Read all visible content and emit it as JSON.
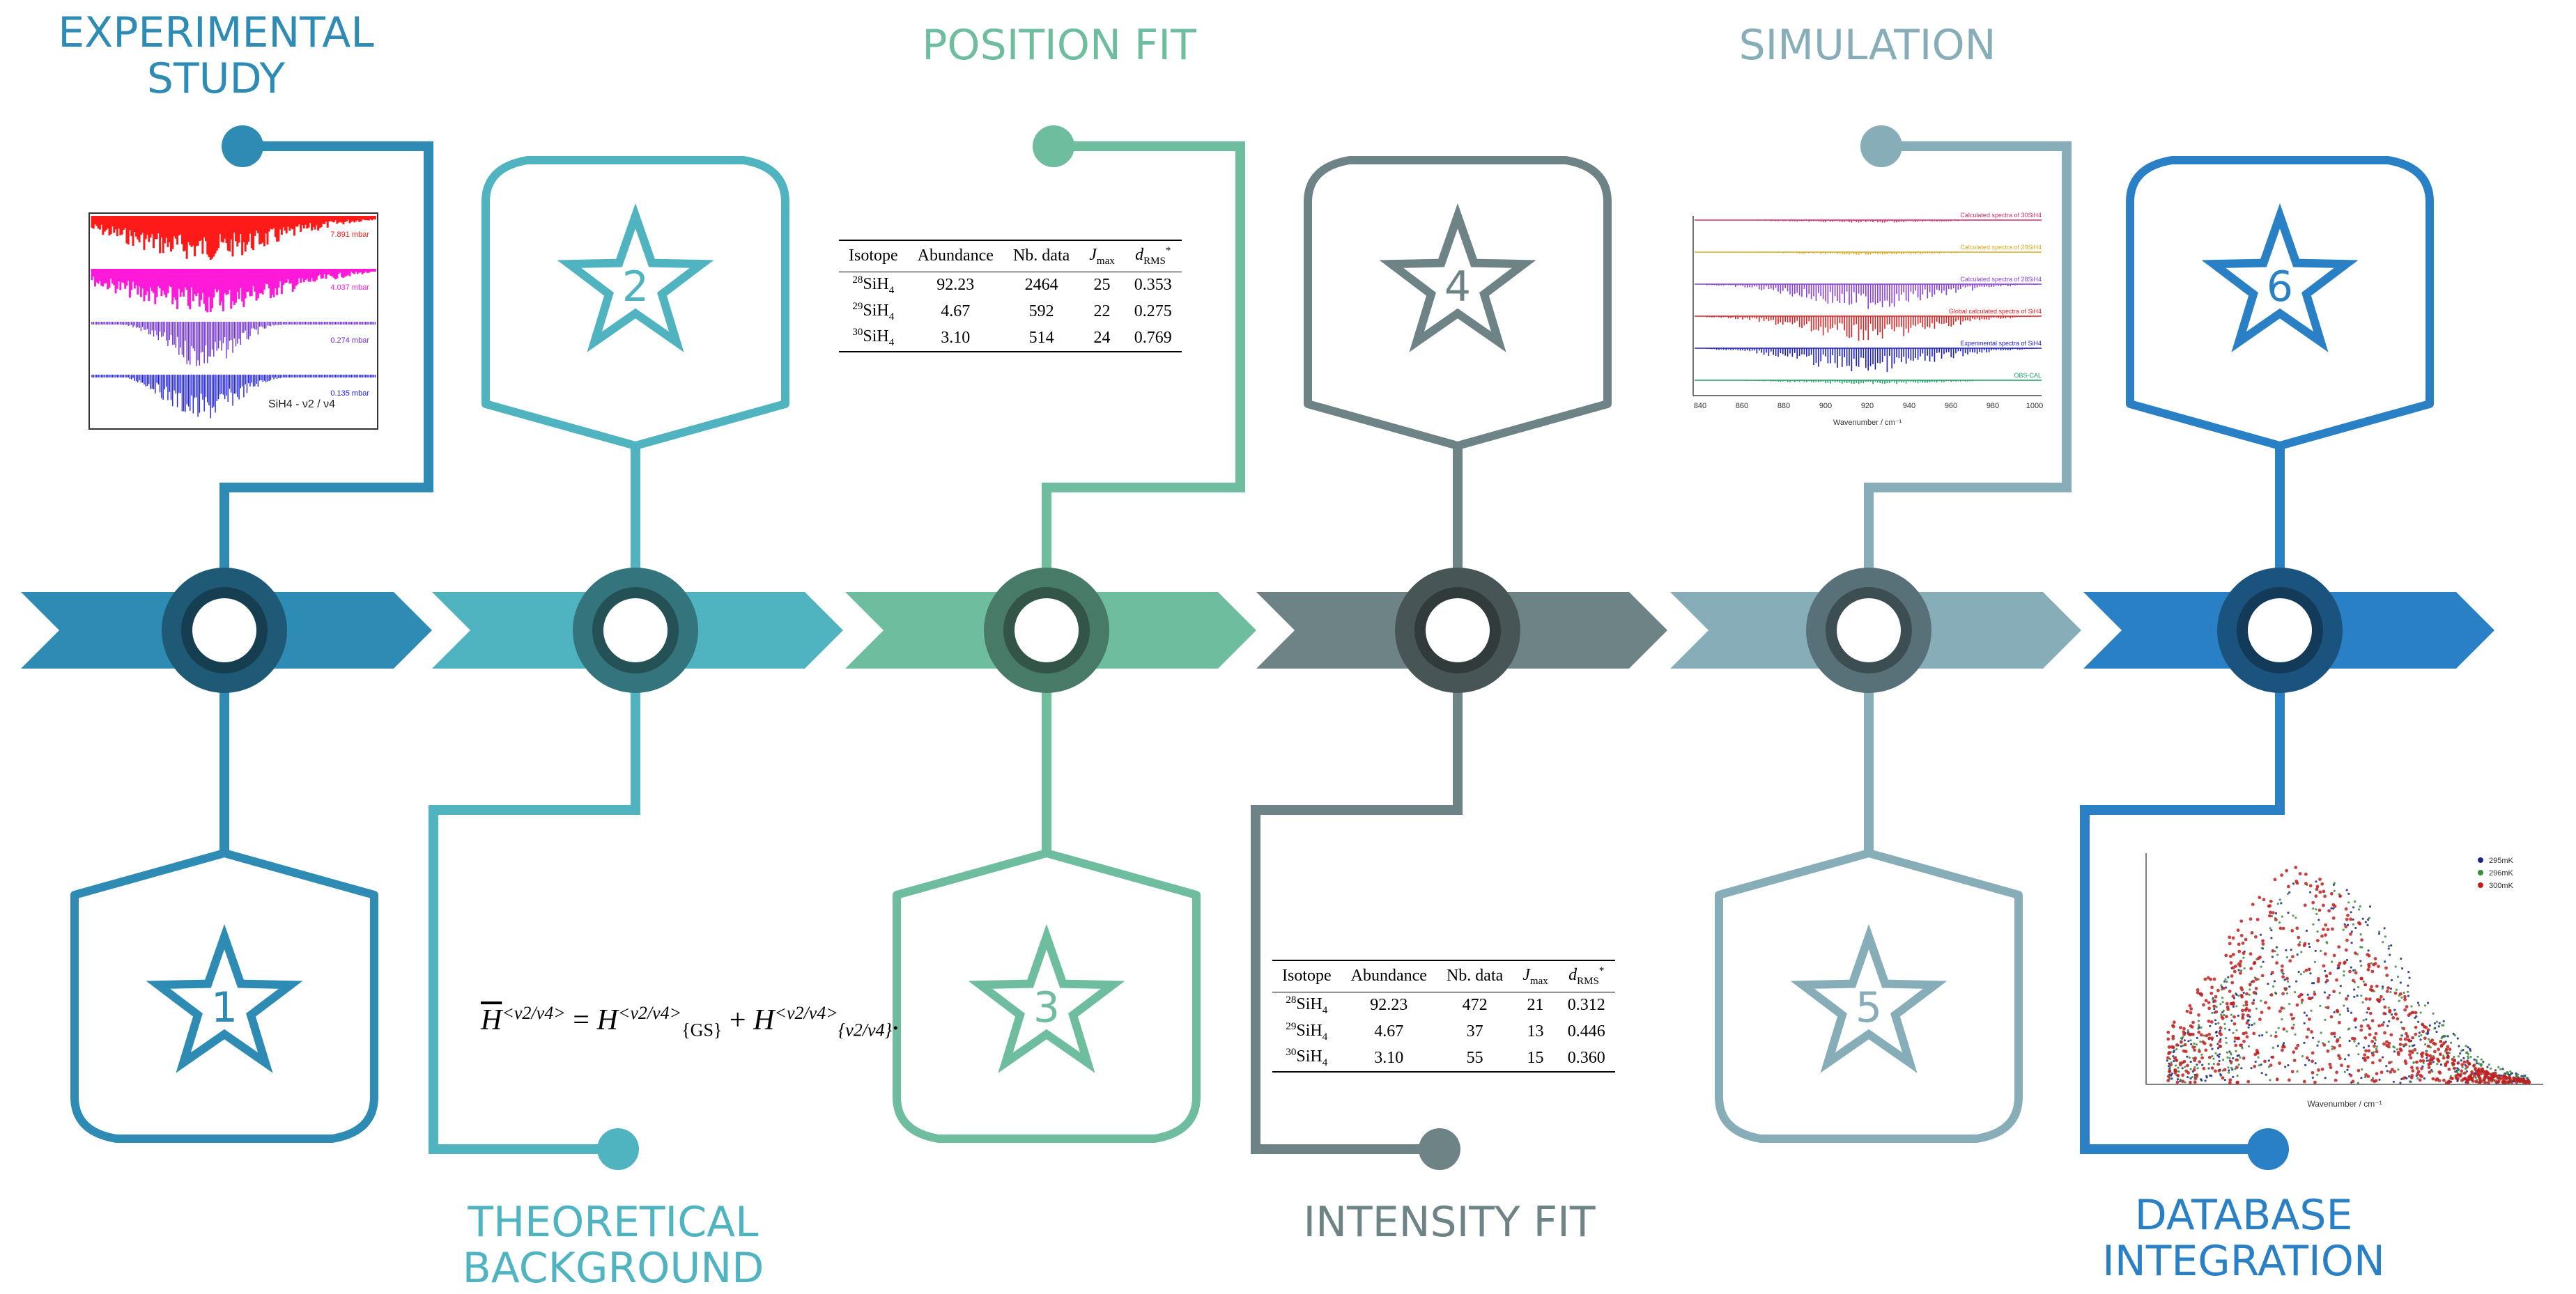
{
  "colors": {
    "step1": "#2e8bb4",
    "step2": "#4fb3c0",
    "step3": "#6fbd9f",
    "step4": "#6e8385",
    "step5": "#87aeb8",
    "step6": "#2a80c4"
  },
  "steps": [
    {
      "number": "1",
      "title_lines": [
        "EXPERIMENTAL",
        "STUDY"
      ]
    },
    {
      "number": "2",
      "title_lines": [
        "THEORETICAL",
        "BACKGROUND"
      ]
    },
    {
      "number": "3",
      "title_lines": [
        "POSITION FIT"
      ]
    },
    {
      "number": "4",
      "title_lines": [
        "INTENSITY FIT"
      ]
    },
    {
      "number": "5",
      "title_lines": [
        "SIMULATION"
      ]
    },
    {
      "number": "6",
      "title_lines": [
        "DATABASE",
        "INTEGRATION"
      ]
    }
  ],
  "position_table": {
    "headers": [
      "Isotope",
      "Abundance",
      "Nb. data",
      "J",
      "max",
      "d",
      "RMS",
      "*"
    ],
    "rows": [
      {
        "mass": "28",
        "species": "SiH",
        "sub": "4",
        "abundance": "92.23",
        "nb": "2464",
        "jmax": "25",
        "drms": "0.353"
      },
      {
        "mass": "29",
        "species": "SiH",
        "sub": "4",
        "abundance": "4.67",
        "nb": "592",
        "jmax": "22",
        "drms": "0.275"
      },
      {
        "mass": "30",
        "species": "SiH",
        "sub": "4",
        "abundance": "3.10",
        "nb": "514",
        "jmax": "24",
        "drms": "0.769"
      }
    ]
  },
  "intensity_table": {
    "headers": [
      "Isotope",
      "Abundance",
      "Nb. data",
      "J",
      "max",
      "d",
      "RMS",
      "*"
    ],
    "rows": [
      {
        "mass": "28",
        "species": "SiH",
        "sub": "4",
        "abundance": "92.23",
        "nb": "472",
        "jmax": "21",
        "drms": "0.312"
      },
      {
        "mass": "29",
        "species": "SiH",
        "sub": "4",
        "abundance": "4.67",
        "nb": "37",
        "jmax": "13",
        "drms": "0.446"
      },
      {
        "mass": "30",
        "species": "SiH",
        "sub": "4",
        "abundance": "3.10",
        "nb": "55",
        "jmax": "15",
        "drms": "0.360"
      }
    ]
  },
  "equation": {
    "lhs": "H",
    "lhs_sup": "<ν2/ν4>",
    "equals": "=",
    "t1": "H",
    "t1_sup": "<ν2/ν4>",
    "t1_sub": "{GS}",
    "plus": "+",
    "t2": "H",
    "t2_sup": "<ν2/ν4>",
    "t2_sub": "{ν2/ν4}",
    "end": "."
  },
  "exp_inset": {
    "labels": [
      "7.891 mbar",
      "4.037 mbar",
      "0.274 mbar",
      "0.135 mbar"
    ],
    "annotation": "SiH4 - ν2 / ν4",
    "colors": [
      "#ff1a1a",
      "#ff19d9",
      "#6b2be0",
      "#1a1aff"
    ]
  },
  "sim_inset": {
    "labels": [
      "Calculated spectra of 30SiH4",
      "Calculated spectra of 29SiH4",
      "Calculated spectra of 28SiH4",
      "Global calculated spectra of SiH4",
      "Experimental spectra of SiH4",
      "OBS-CAL"
    ],
    "colors": [
      "#d42a6a",
      "#e0a81e",
      "#8a3de0",
      "#e02020",
      "#1a1ad0",
      "#1aa060"
    ],
    "xlabel": "Wavenumber / cm⁻¹",
    "xticks": [
      "840",
      "860",
      "880",
      "900",
      "920",
      "940",
      "960",
      "980",
      "1000"
    ]
  },
  "db_inset": {
    "legend": [
      "295mK",
      "296mK",
      "300mK"
    ],
    "colors": [
      "#1a2a80",
      "#3b8a3b",
      "#c02020"
    ],
    "xlabel": "Wavenumber / cm⁻¹"
  }
}
